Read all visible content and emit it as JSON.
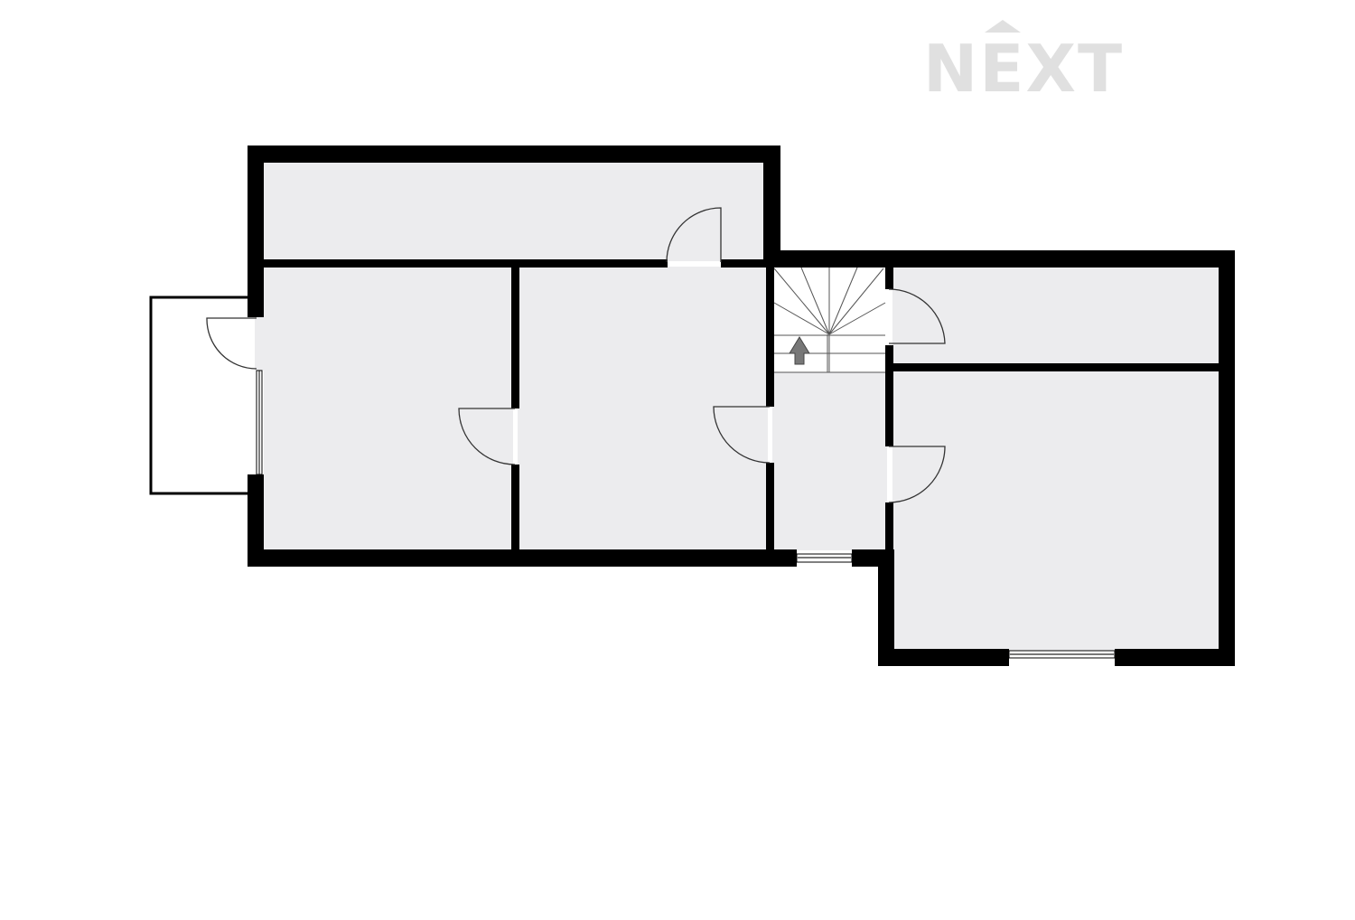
{
  "logo": {
    "text": "NEXT"
  },
  "colors": {
    "wall": "#000000",
    "floor": "#ececee",
    "logo": "#e0e0e0",
    "arrow": "#777777"
  },
  "plan": {
    "rooms": [
      "top-room",
      "left-room",
      "middle-room",
      "hall",
      "stairs",
      "right-storage",
      "right-room",
      "balcony"
    ],
    "stairs": {
      "direction": "up"
    }
  }
}
